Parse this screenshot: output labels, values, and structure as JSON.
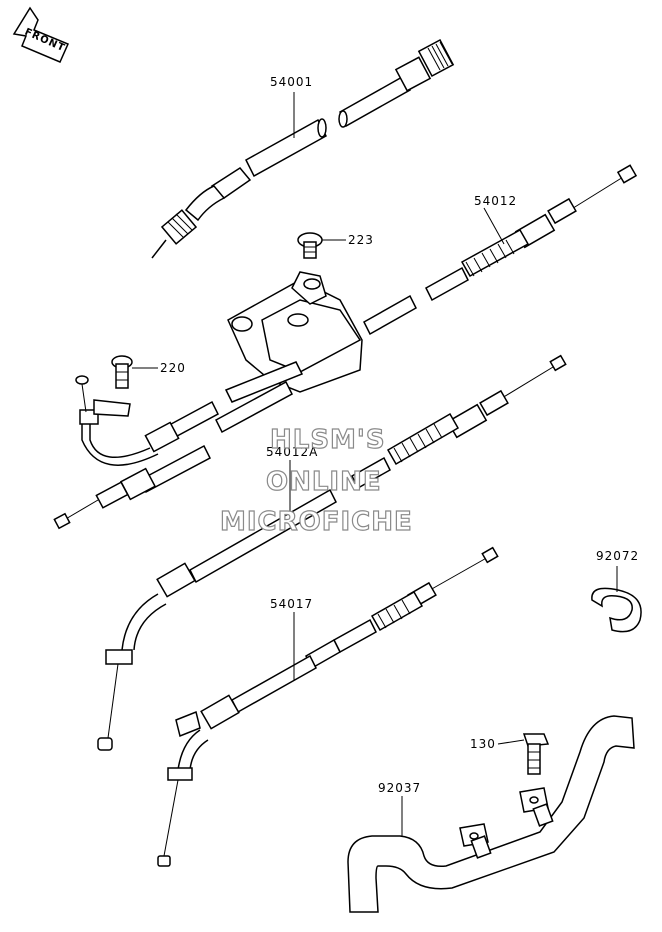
{
  "front_arrow": {
    "text": "FRONT"
  },
  "callouts": [
    {
      "id": "c-54001",
      "text": "54001"
    },
    {
      "id": "c-54012",
      "text": "54012"
    },
    {
      "id": "c-223",
      "text": "223"
    },
    {
      "id": "c-220",
      "text": "220"
    },
    {
      "id": "c-54012a",
      "text": "54012A"
    },
    {
      "id": "c-54017",
      "text": "54017"
    },
    {
      "id": "c-92072",
      "text": "92072"
    },
    {
      "id": "c-130",
      "text": "130"
    },
    {
      "id": "c-92037",
      "text": "92037"
    }
  ],
  "watermark": {
    "line1": "HLSM'S",
    "line2": "ONLINE",
    "line3": "MICROFICHE"
  }
}
